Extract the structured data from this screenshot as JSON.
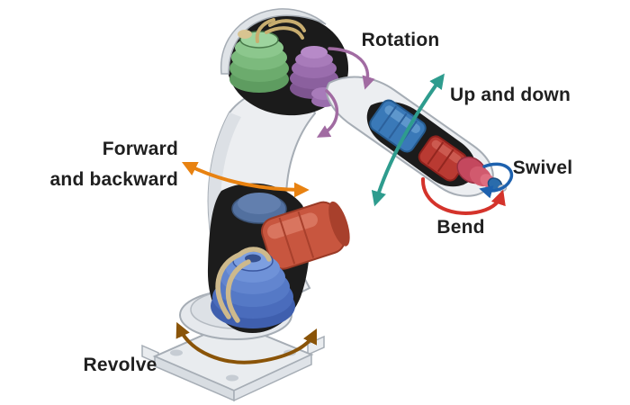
{
  "figure": {
    "background": "#ffffff",
    "labels": {
      "rotation": "Rotation",
      "up_and_down": "Up and down",
      "swivel": "Swivel",
      "bend": "Bend",
      "forward_line1": "Forward",
      "forward_line2": "and backward",
      "revolve": "Revolve"
    },
    "colors": {
      "rotation_arrow": "#a16ba2",
      "up_down_arrow": "#2e9c8e",
      "swivel_arrow": "#1d61ae",
      "bend_arrow": "#d4332b",
      "forward_backward_arrow": "#e88211",
      "revolve_arrow": "#8a5408",
      "green_motor": "#7cba7d",
      "purple_motor": "#9a6dad",
      "blue_motor": "#5579c6",
      "red_motor": "#c8563f",
      "body_shell": "#eceef1",
      "text": "#1f1f1f"
    }
  }
}
